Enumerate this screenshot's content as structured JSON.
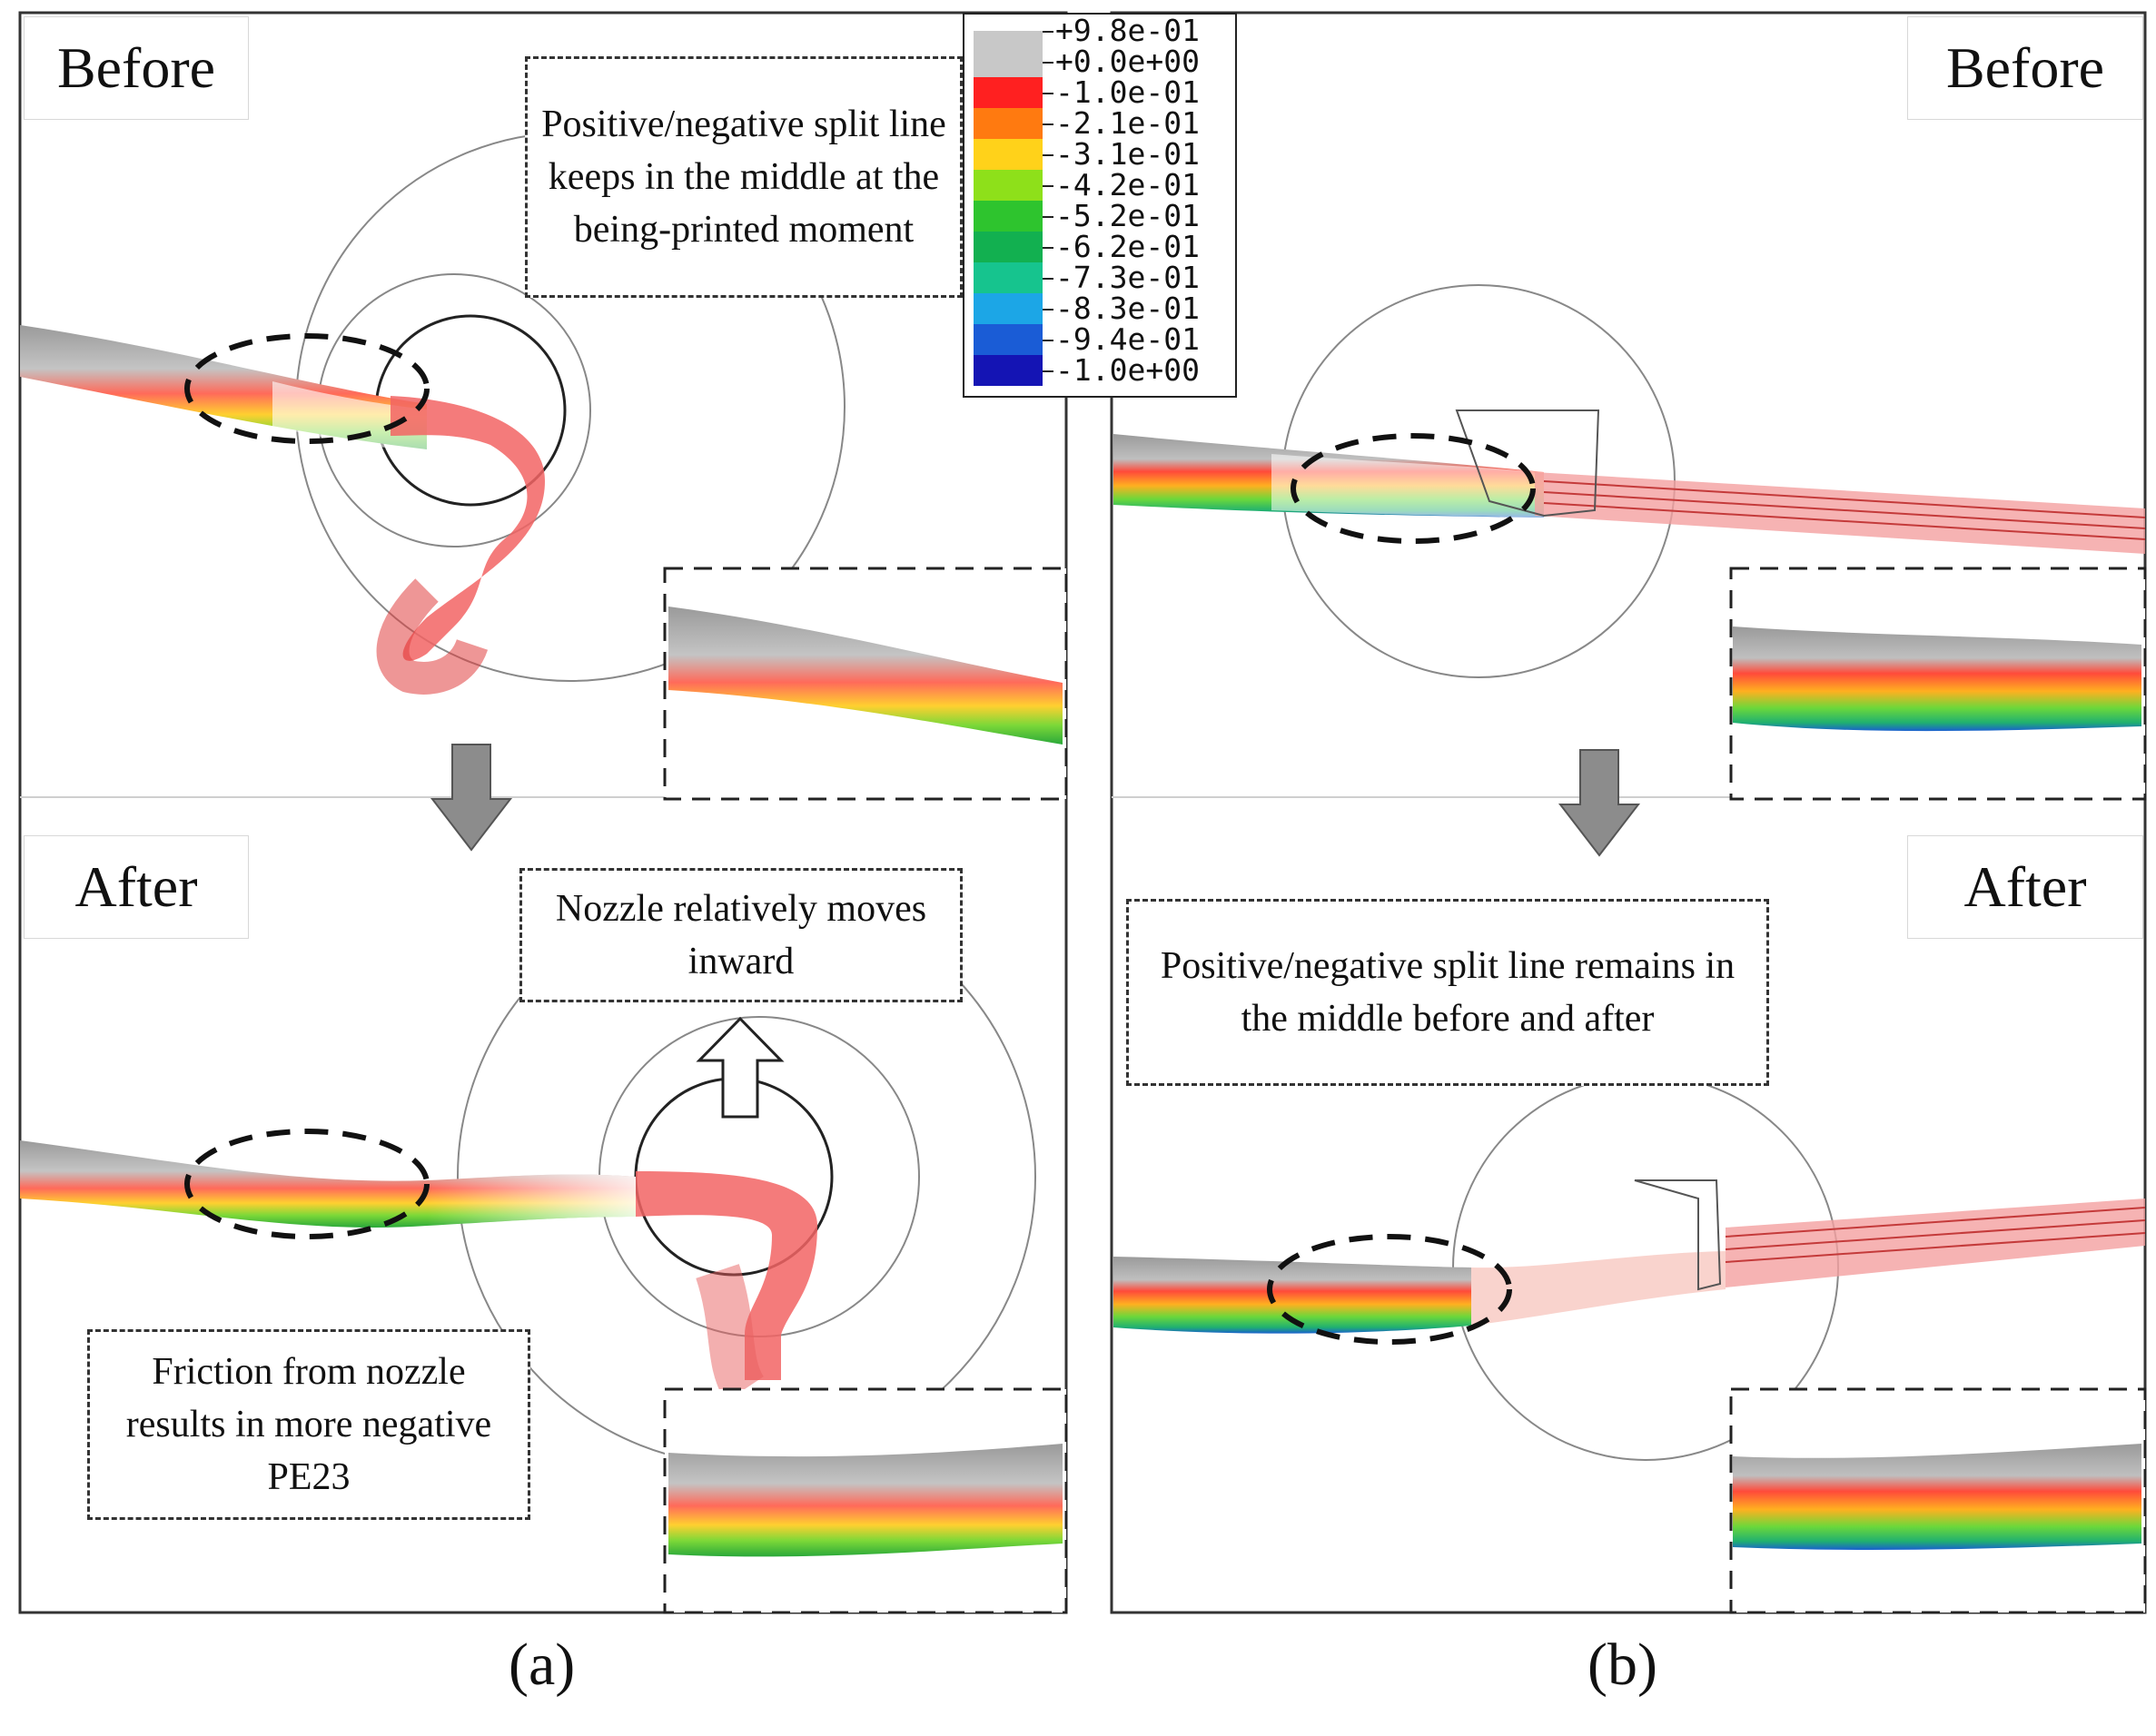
{
  "panels": {
    "a": {
      "caption": "(a)",
      "before_label": "Before",
      "after_label": "After",
      "note_before": "Positive/negative split line keeps in the middle at the being-printed moment",
      "note_nozzle": "Nozzle relatively moves inward",
      "note_friction": "Friction from nozzle results in more negative PE23"
    },
    "b": {
      "caption": "(b)",
      "before_label": "Before",
      "after_label": "After",
      "note_after": "Positive/negative split line remains in the middle before and after"
    }
  },
  "legend": {
    "entries": [
      {
        "label": "+9.8e-01",
        "color": "#c8c8c8"
      },
      {
        "label": "+0.0e+00",
        "color": "#c8c8c8"
      },
      {
        "label": "-1.0e-01",
        "color": "#ff2020"
      },
      {
        "label": "-2.1e-01",
        "color": "#ff7a10"
      },
      {
        "label": "-3.1e-01",
        "color": "#ffd21a"
      },
      {
        "label": "-4.2e-01",
        "color": "#8ee01a"
      },
      {
        "label": "-5.2e-01",
        "color": "#2ec42e"
      },
      {
        "label": "-6.2e-01",
        "color": "#12b050"
      },
      {
        "label": "-7.3e-01",
        "color": "#16c48e"
      },
      {
        "label": "-8.3e-01",
        "color": "#1ca6e6"
      },
      {
        "label": "-9.4e-01",
        "color": "#1a5cd6"
      },
      {
        "label": "-1.0e+00",
        "color": "#1414b4"
      }
    ]
  },
  "colors": {
    "tube": "#f06060",
    "grey_band": "#b8b8b8",
    "arrow": "#8c8c8c"
  }
}
